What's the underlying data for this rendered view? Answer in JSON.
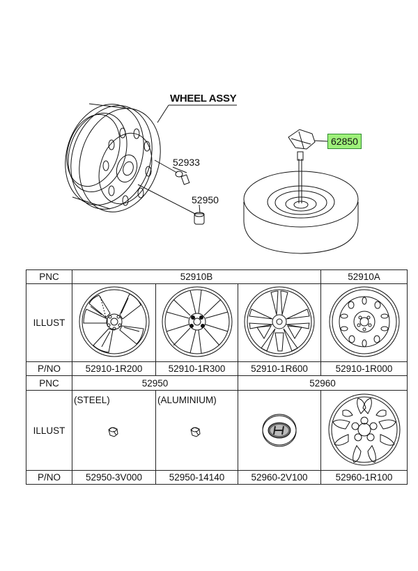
{
  "diagram": {
    "wheel_assy_label": "WHEEL ASSY",
    "callout_52933": "52933",
    "callout_52950": "52950",
    "callout_62850": "62850",
    "highlight_color": "#9ef07a"
  },
  "table": {
    "row_labels": {
      "pnc": "PNC",
      "illust": "ILLUST",
      "pno": "P/NO"
    },
    "section1": {
      "pnc_groups": [
        "52910B",
        "52910A"
      ],
      "part_numbers": [
        "52910-1R200",
        "52910-1R300",
        "52910-1R600",
        "52910-1R000"
      ]
    },
    "section2": {
      "pnc_groups": [
        "52950",
        "52960"
      ],
      "sub_labels": [
        "(STEEL)",
        "(ALUMINIUM)"
      ],
      "part_numbers": [
        "52950-3V000",
        "52950-14140",
        "52960-2V100",
        "52960-1R100"
      ]
    }
  }
}
